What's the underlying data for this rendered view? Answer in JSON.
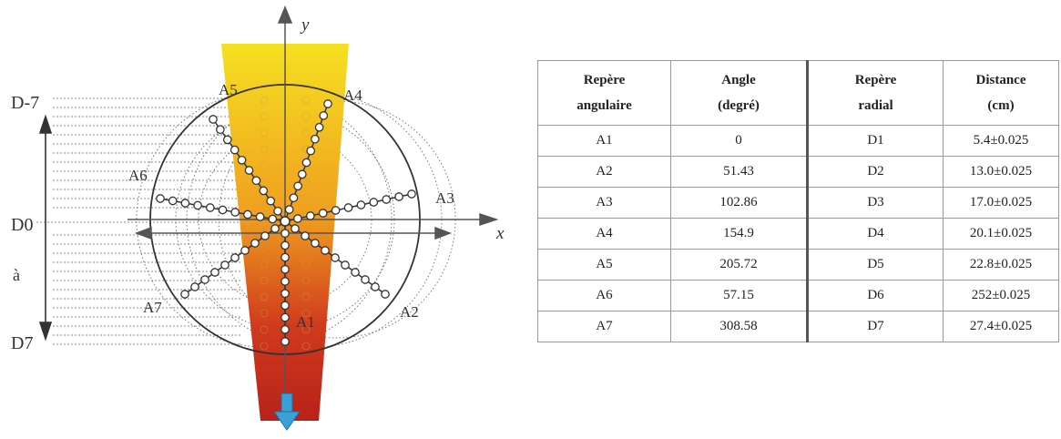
{
  "diagram": {
    "axis_y_label": "y",
    "axis_x_label": "x",
    "angular_labels": [
      "A1",
      "A2",
      "A3",
      "A4",
      "A5",
      "A6",
      "A7"
    ],
    "radial_labels": {
      "top": "D-7",
      "middle": "D0",
      "connector": "à",
      "bottom": "D7"
    },
    "colors": {
      "gradient_top": "#f5e020",
      "gradient_mid": "#f0a020",
      "gradient_bottom": "#c02418",
      "arrow": "#3aa0d8",
      "line": "#333333"
    }
  },
  "table": {
    "headers": [
      [
        "Repère",
        "angulaire"
      ],
      [
        "Angle",
        "(degré)"
      ],
      [
        "Repère",
        "radial"
      ],
      [
        "Distance",
        "(cm)"
      ]
    ],
    "rows": [
      [
        "A1",
        "0",
        "D1",
        "5.4±0.025"
      ],
      [
        "A2",
        "51.43",
        "D2",
        "13.0±0.025"
      ],
      [
        "A3",
        "102.86",
        "D3",
        "17.0±0.025"
      ],
      [
        "A4",
        "154.9",
        "D4",
        "20.1±0.025"
      ],
      [
        "A5",
        "205.72",
        "D5",
        "22.8±0.025"
      ],
      [
        "A6",
        "57.15",
        "D6",
        "252±0.025"
      ],
      [
        "A7",
        "308.58",
        "D7",
        "27.4±0.025"
      ]
    ]
  }
}
